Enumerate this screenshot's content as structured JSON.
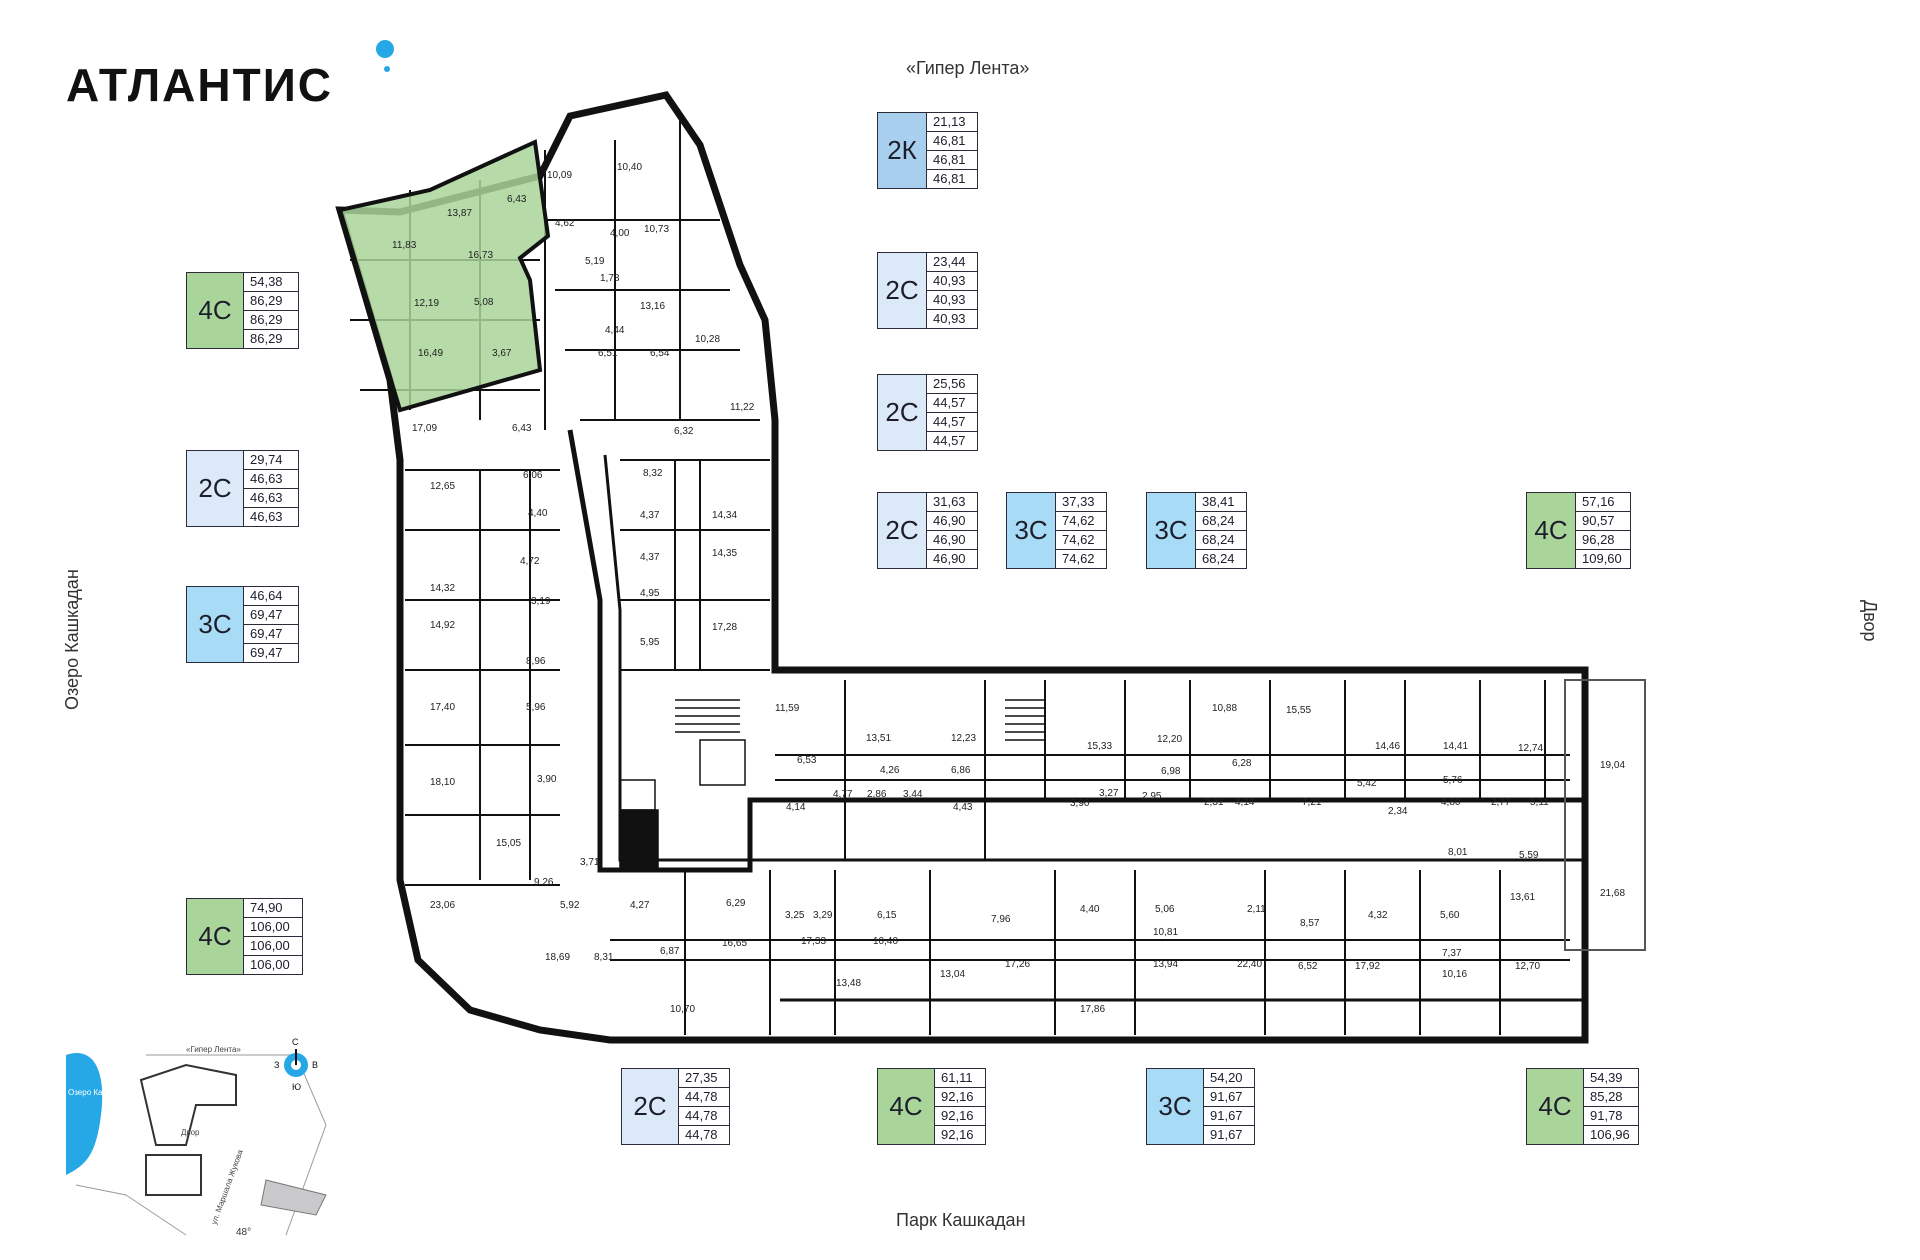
{
  "brand": {
    "name": "АТЛАНТИС",
    "accent": "#26a7e6"
  },
  "orientation": {
    "north_label": "«Гипер Лента»",
    "south_label": "Парк Кашкадан",
    "west_label": "Озеро Кашкадан",
    "east_label": "Двор"
  },
  "colors": {
    "2k": "#a8cfee",
    "2c": "#dce9f8",
    "3c": "#a8dcf6",
    "4c": "#a9d59a",
    "highlight": "#a9d59a"
  },
  "cards": [
    {
      "type": "2К",
      "style": "2k",
      "values": [
        "21,13",
        "46,81",
        "46,81",
        "46,81"
      ]
    },
    {
      "type": "2С",
      "style": "2c",
      "values": [
        "23,44",
        "40,93",
        "40,93",
        "40,93"
      ]
    },
    {
      "type": "2С",
      "style": "2c",
      "values": [
        "25,56",
        "44,57",
        "44,57",
        "44,57"
      ]
    },
    {
      "type": "2С",
      "style": "2c",
      "values": [
        "31,63",
        "46,90",
        "46,90",
        "46,90"
      ]
    },
    {
      "type": "3С",
      "style": "3c",
      "values": [
        "37,33",
        "74,62",
        "74,62",
        "74,62"
      ]
    },
    {
      "type": "3С",
      "style": "3c",
      "values": [
        "38,41",
        "68,24",
        "68,24",
        "68,24"
      ]
    },
    {
      "type": "4С",
      "style": "4c",
      "values": [
        "57,16",
        "90,57",
        "96,28",
        "109,60"
      ]
    },
    {
      "type": "4С",
      "style": "4c",
      "values": [
        "54,38",
        "86,29",
        "86,29",
        "86,29"
      ]
    },
    {
      "type": "2С",
      "style": "2c",
      "values": [
        "29,74",
        "46,63",
        "46,63",
        "46,63"
      ]
    },
    {
      "type": "3С",
      "style": "3c",
      "values": [
        "46,64",
        "69,47",
        "69,47",
        "69,47"
      ]
    },
    {
      "type": "4С",
      "style": "4c",
      "values": [
        "74,90",
        "106,00",
        "106,00",
        "106,00"
      ]
    },
    {
      "type": "2С",
      "style": "2c",
      "values": [
        "27,35",
        "44,78",
        "44,78",
        "44,78"
      ]
    },
    {
      "type": "4С",
      "style": "4c",
      "values": [
        "61,11",
        "92,16",
        "92,16",
        "92,16"
      ]
    },
    {
      "type": "3С",
      "style": "3c",
      "values": [
        "54,20",
        "91,67",
        "91,67",
        "91,67"
      ]
    },
    {
      "type": "4С",
      "style": "4c",
      "values": [
        "54,39",
        "85,28",
        "91,78",
        "106,96"
      ]
    }
  ],
  "room_areas": {
    "highlighted": [
      "11,83",
      "13,87",
      "6,43",
      "16,73",
      "12,19",
      "5,08",
      "16,49",
      "3,67"
    ],
    "north_wing": [
      "10,40",
      "10,09",
      "4,62",
      "4,00",
      "10,73",
      "5,19",
      "1,78",
      "13,16",
      "4,44",
      "6,51",
      "6,54",
      "10,28",
      "11,22",
      "6,32",
      "17,09",
      "6,43"
    ],
    "west_wing": [
      "12,65",
      "6,06",
      "4,40",
      "14,32",
      "4,72",
      "3,19",
      "14,92",
      "8,96",
      "17,40",
      "5,96",
      "18,10",
      "3,90",
      "15,05",
      "9,26",
      "3,71",
      "23,06",
      "5,92",
      "18,69",
      "8,31"
    ],
    "central": [
      "8,32",
      "4,37",
      "14,34",
      "4,37",
      "14,35",
      "4,95",
      "5,95",
      "17,28"
    ],
    "south_wing": [
      "4,27",
      "6,29",
      "6,87",
      "16,65",
      "10,70",
      "3,25",
      "3,29",
      "6,15",
      "17,33",
      "10,40",
      "13,48",
      "13,04",
      "7,96",
      "17,26",
      "4,40",
      "5,06",
      "10,81",
      "13,94",
      "17,86",
      "2,11",
      "8,57",
      "4,32",
      "22,40",
      "6,52",
      "17,92",
      "10,16",
      "7,37",
      "12,70",
      "5,60",
      "13,61"
    ],
    "east_wing": [
      "11,59",
      "6,53",
      "4,14",
      "4,77",
      "2,86",
      "3,44",
      "4,43",
      "13,51",
      "4,26",
      "12,23",
      "6,86",
      "15,33",
      "3,90",
      "3,27",
      "2,95",
      "12,20",
      "6,98",
      "10,88",
      "6,28",
      "2,31",
      "4,14",
      "15,55",
      "7,21",
      "5,42",
      "2,34",
      "14,46",
      "14,41",
      "5,76",
      "12,74",
      "4,80",
      "2,77",
      "5,11",
      "19,04",
      "8,01",
      "5,59",
      "21,68"
    ]
  },
  "minimap": {
    "label_north": "«Гипер Лента»",
    "label_lake": "Озеро Кашкадан",
    "label_yard": "Двор",
    "label_street": "ул. Маршала Жукова",
    "angle": "48°",
    "compass": {
      "n": "С",
      "s": "Ю",
      "w": "З",
      "e": "В"
    }
  }
}
